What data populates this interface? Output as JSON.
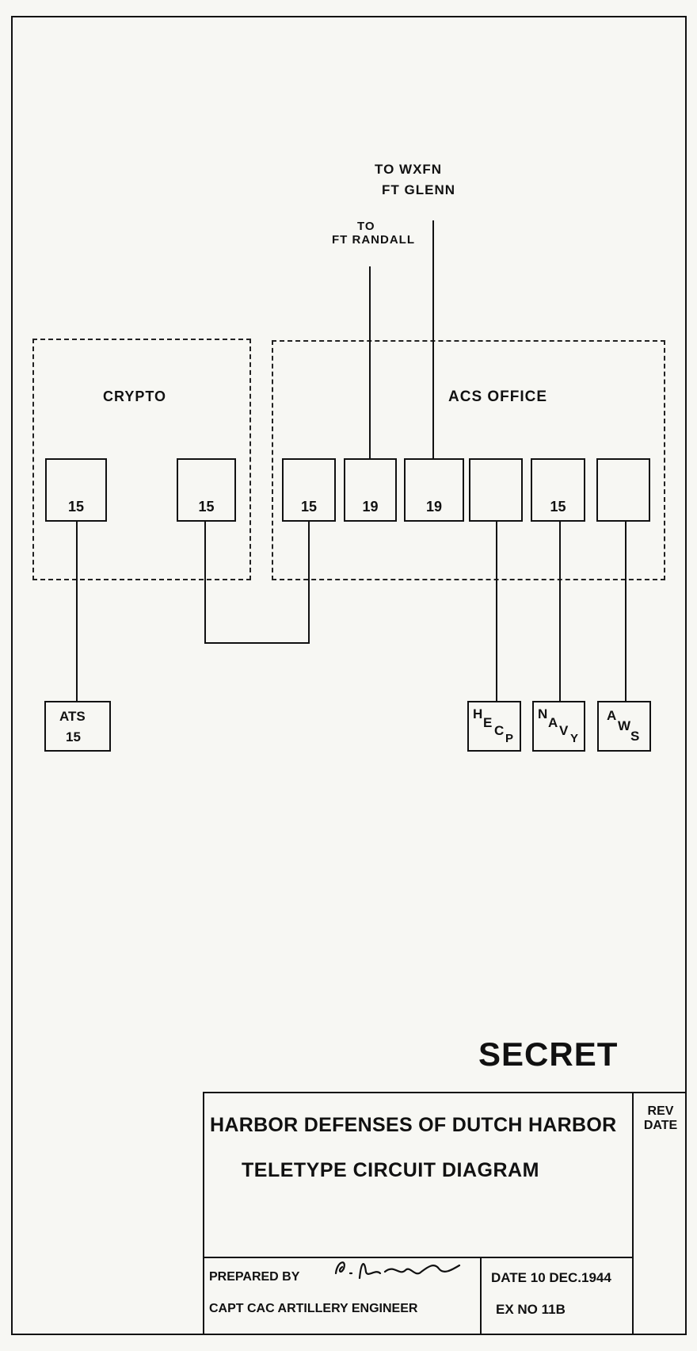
{
  "diagram": {
    "labels": {
      "to_wxfn": "TO  WXFN",
      "ft_glenn": "FT  GLENN",
      "to": "TO",
      "ft_randall": "FT RANDALL",
      "crypto": "CRYPTO",
      "acs_office": "ACS  OFFICE"
    },
    "boxes": [
      "15",
      "15",
      "15",
      "19",
      "19",
      "",
      "15",
      ""
    ],
    "devices": {
      "ats_line1": "ATS",
      "ats_line2": "15",
      "hecp": [
        "H",
        "E",
        "C",
        "P"
      ],
      "navy": [
        "N",
        "A",
        "V",
        "Y"
      ],
      "aws": [
        "A",
        "W",
        "S"
      ]
    }
  },
  "title_block": {
    "classification": "SECRET",
    "title_line1": "HARBOR DEFENSES OF DUTCH HARBOR",
    "title_line2": "TELETYPE  CIRCUIT  DIAGRAM",
    "rev_label": "REV",
    "date_label_col": "DATE",
    "prepared_by": "PREPARED BY",
    "rank_line": "CAPT CAC ARTILLERY ENGINEER",
    "date": "DATE 10 DEC.1944",
    "ex_no": "EX NO  11B"
  }
}
